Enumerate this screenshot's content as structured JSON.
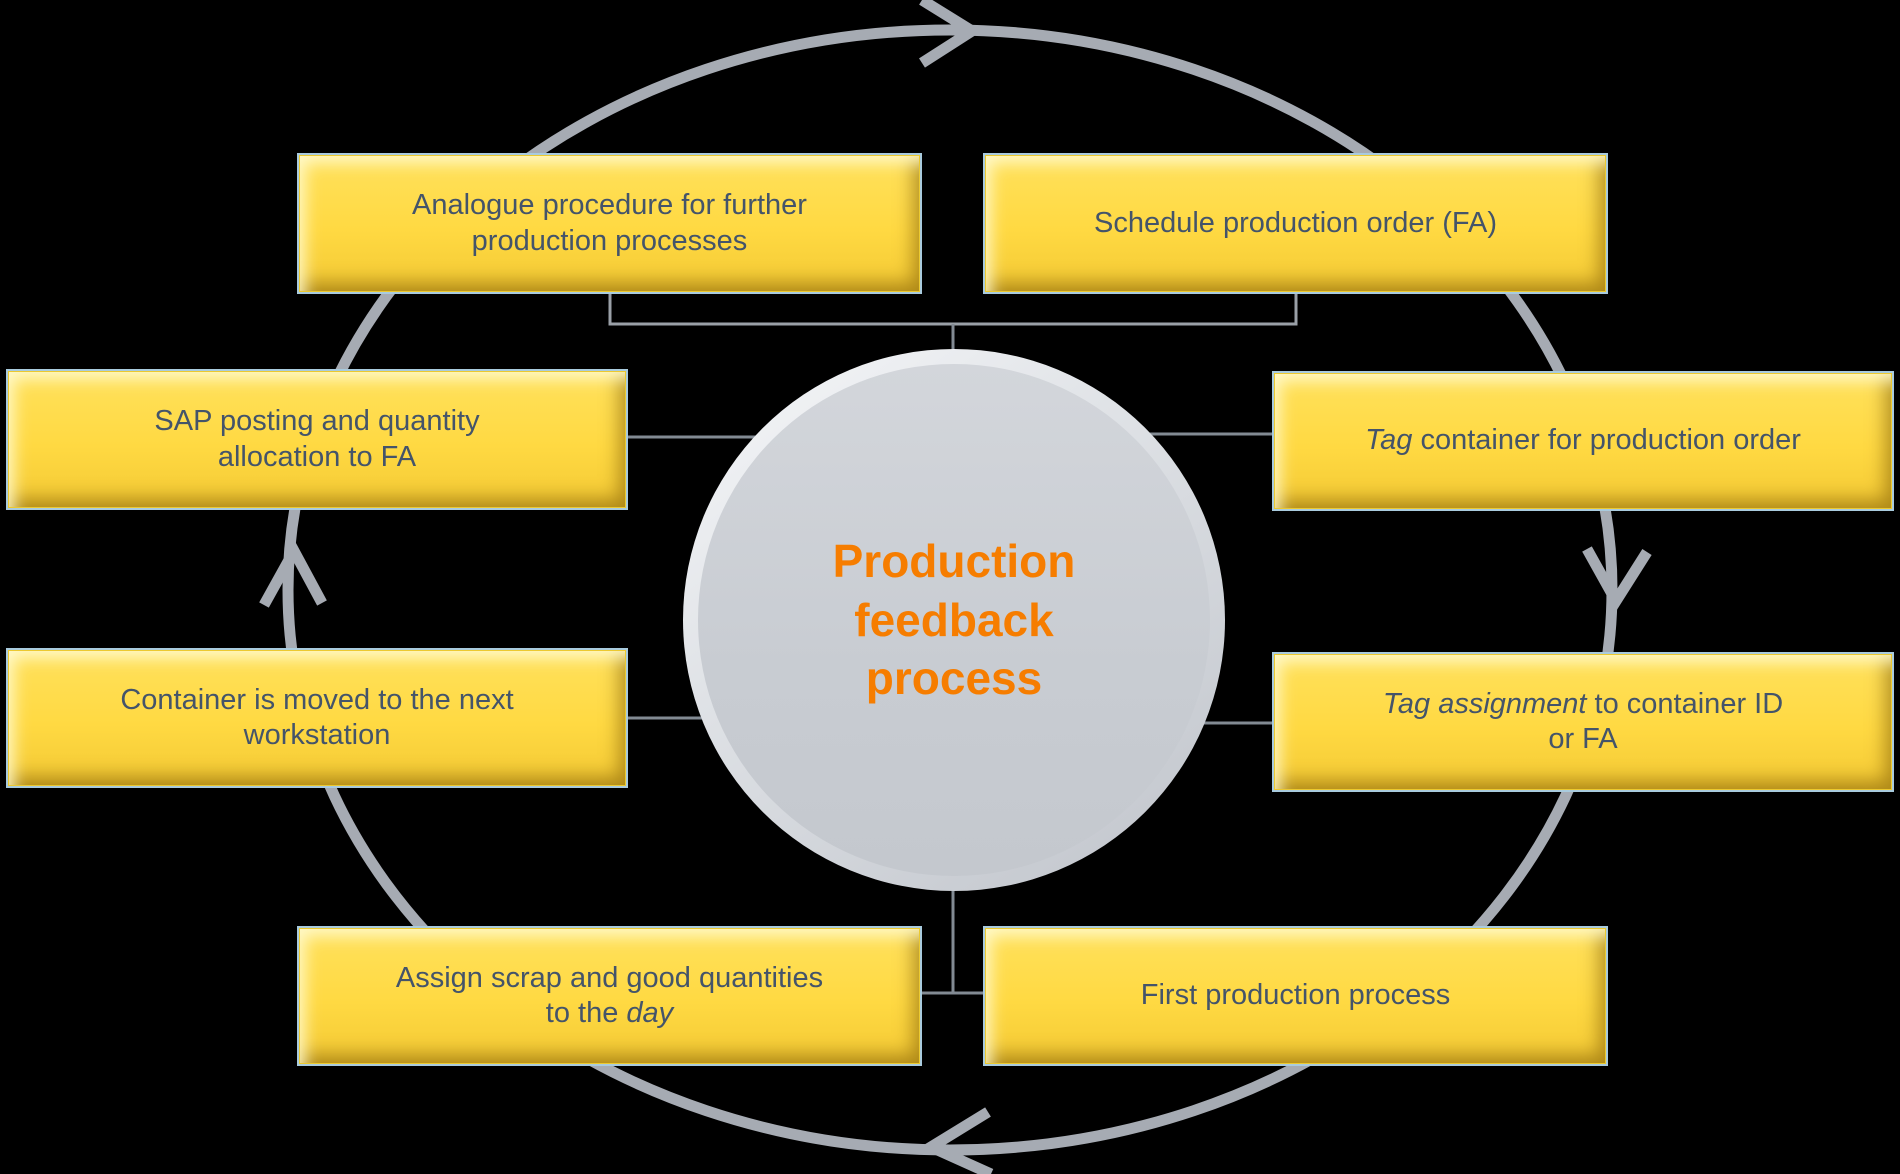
{
  "title": "Production feedback process",
  "center": {
    "lines": [
      "Production",
      "feedback",
      "process"
    ],
    "color": "#F67D00"
  },
  "boxes": [
    {
      "name": "schedule-production-order",
      "lines": [
        [
          {
            "text": "Schedule production order (FA)"
          }
        ]
      ]
    },
    {
      "name": "tag-container",
      "lines": [
        [
          {
            "text": "Tag",
            "italic": true
          },
          {
            "text": " container for production order"
          }
        ]
      ]
    },
    {
      "name": "tag-assignment",
      "lines": [
        [
          {
            "text": "Tag assignment",
            "italic": true
          },
          {
            "text": " to container ID"
          }
        ],
        [
          {
            "text": "or FA"
          }
        ]
      ]
    },
    {
      "name": "first-production-process",
      "lines": [
        [
          {
            "text": "First production process"
          }
        ]
      ]
    },
    {
      "name": "assign-scrap-good-quantities",
      "lines": [
        [
          {
            "text": "Assign scrap and good quantities"
          }
        ],
        [
          {
            "text": "to the "
          },
          {
            "text": "day",
            "italic": true
          }
        ]
      ]
    },
    {
      "name": "container-moved-next-workstation",
      "lines": [
        [
          {
            "text": "Container is moved to the next"
          }
        ],
        [
          {
            "text": "workstation"
          }
        ]
      ]
    },
    {
      "name": "sap-posting-quantity-allocation",
      "lines": [
        [
          {
            "text": "SAP posting and quantity"
          }
        ],
        [
          {
            "text": "allocation to FA"
          }
        ]
      ]
    },
    {
      "name": "analogue-procedure",
      "lines": [
        [
          {
            "text": "Analogue procedure for further"
          }
        ],
        [
          {
            "text": "production processes"
          }
        ]
      ]
    }
  ],
  "icons": {
    "top": "arrow-right-icon",
    "right": "arrow-down-icon",
    "bottom": "arrow-left-icon",
    "left": "arrow-up-icon"
  },
  "colors": {
    "background": "#000000",
    "box_fill": "#FFD942",
    "box_border": "#A9CBDE",
    "box_text": "#44546A",
    "accent_orange": "#F67D00",
    "circle_fill": "#C9CDD3",
    "circle_ring": "#E9EBEE",
    "arc_gray": "#A6ABB3",
    "connector_gray": "#828A93"
  }
}
